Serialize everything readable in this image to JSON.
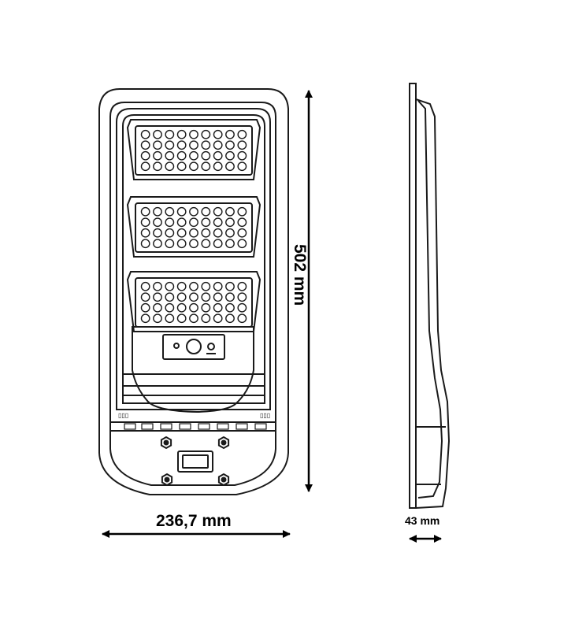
{
  "dimensions": {
    "height": "502 mm",
    "width": "236,7 mm",
    "depth": "43 mm"
  },
  "colors": {
    "stroke": "#1a1a1a",
    "background": "#ffffff"
  },
  "led_panels": [
    {
      "rows": 4,
      "cols": 9
    },
    {
      "rows": 4,
      "cols": 9
    },
    {
      "rows": 4,
      "cols": 9
    }
  ],
  "parts": {
    "sensor": "motion-sensor-window",
    "mount_bolts": 4
  }
}
